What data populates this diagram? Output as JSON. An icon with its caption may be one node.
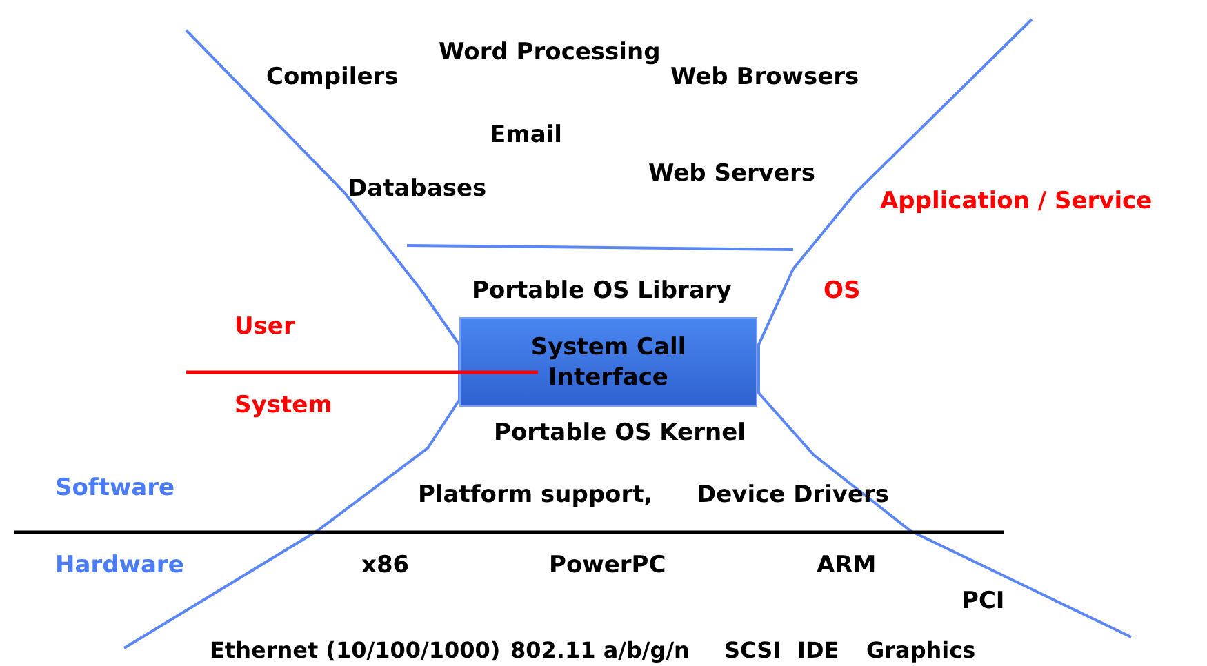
{
  "diagram": {
    "nodes": [
      {
        "text": [
          "System Call Interface"
        ]
      }
    ],
    "labels": [
      "Compilers",
      "Word Processing",
      "Web Browsers",
      "Email",
      "Databases",
      "Web Servers",
      "Application / Service",
      "Portable OS Library",
      "OS",
      "User",
      "System",
      "Portable OS Kernel",
      "Software",
      "Platform support,",
      "Device Drivers",
      "Hardware",
      "x86",
      "PowerPC",
      "ARM",
      "PCI",
      "Ethernet (10/100/1000)",
      "802.11 a/b/g/n",
      "SCSI",
      "IDE",
      "Graphics"
    ]
  }
}
